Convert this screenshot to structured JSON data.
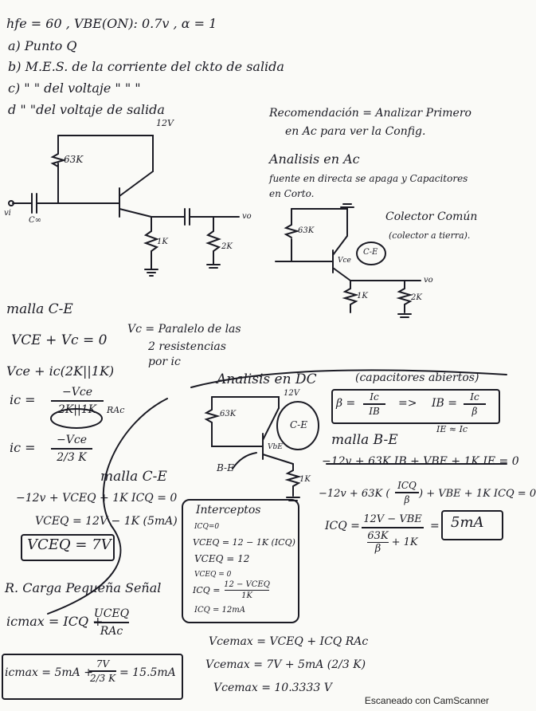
{
  "header": {
    "params": "hfe = 60 ,  VBE(ON): 0.7v ,  α = 1",
    "q_a": "a) Punto Q",
    "q_b": "b) M.E.S. de la corriente del ckto de salida",
    "q_c": "c)  \"   \"  del voltaje   \"     \"     \"",
    "q_d": "d   \"    \"del voltaje de salida"
  },
  "recommendation": {
    "line1": "Recomendación = Analizar Primero",
    "line2": "en Ac para ver la Config."
  },
  "ac_analysis": {
    "title": "Analisis en Ac",
    "line1": "fuente en directa se apaga y Capacitores",
    "line2": "en Corto.",
    "collector_common": "Colector Común",
    "collector_note": "(colector a tierra)."
  },
  "circuit": {
    "vcc": "12V",
    "r_base": "63K",
    "cap": "C∞",
    "r_emitter": "1K",
    "r_load": "2K",
    "vi": "vi",
    "vo": "vo"
  },
  "ac_circuit": {
    "r_base": "63K",
    "vce": "Vce",
    "ce_label": "C-E",
    "r_emitter": "1K",
    "r_load": "2K",
    "vo": "vo"
  },
  "malla_ce_ac": {
    "title": "malla C-E",
    "eq1": "VCE + Vc = 0",
    "vc_note1": "Vc = Paralelo de las",
    "vc_note2": "2 resistencias",
    "vc_note3": "por ic",
    "eq2": "Vce + ic(2K||1K)",
    "ic_lhs": "ic =",
    "ic_num": "−Vce",
    "ic_den": "2K||1K",
    "rac": "RAc",
    "ic2_lhs": "ic =",
    "ic2_num": "−Vce",
    "ic2_den": "2/3 K"
  },
  "dc_analysis": {
    "title": "Analisis en DC",
    "note": "(capacitores abiertos)",
    "beta_lhs": "β =",
    "beta_num": "Ic",
    "beta_den": "IB",
    "arrow": "=>",
    "ib_lhs": "IB =",
    "ib_num": "Ic",
    "ib_den": "β",
    "approx": "IE ≈ Ic",
    "vcc": "12V",
    "r_base": "63K",
    "ce_label": "C-E",
    "vbe": "VbE",
    "r_emitter": "1K",
    "be_label": "B-E"
  },
  "malla_be": {
    "title": "malla B-E",
    "eq1": "−12v + 63K IB + VBE + 1K IE = 0",
    "eq2_a": "−12v + 63K (",
    "eq2_num": "ICQ",
    "eq2_den": "β",
    "eq2_b": ") + VBE + 1K ICQ = 0",
    "icq_lhs": "ICQ =",
    "icq_num": "12V − VBE",
    "icq_den1": "63K",
    "icq_den_beta": "β",
    "icq_den2": "+ 1K",
    "icq_result": "5mA"
  },
  "malla_ce_dc": {
    "title": "malla C-E",
    "eq1": "−12v + VCEQ + 1K ICQ = 0",
    "eq2": "VCEQ = 12V − 1K (5mA)",
    "result": "VCEQ = 7V"
  },
  "intercepts": {
    "title": "Interceptos",
    "l1": "ICQ=0",
    "l2": "VCEQ = 12 − 1K (ICQ)",
    "l3": "VCEQ = 12",
    "l4": "VCEQ = 0",
    "l5a": "ICQ =",
    "l5_num": "12 − VCEQ",
    "l5_den": "1K",
    "l6": "ICQ = 12mA"
  },
  "load_line": {
    "title": "R. Carga Pequeña Señal",
    "eq1_lhs": "icmax = ICQ +",
    "eq1_num": "UCEQ",
    "eq1_den": "RAc",
    "eq2_lhs": "icmax = 5mA +",
    "eq2_num": "7V",
    "eq2_den": "2/3 K",
    "eq2_rhs": "= 15.5mA"
  },
  "vcemax": {
    "l1": "Vcemax = VCEQ + ICQ RAc",
    "l2": "Vcemax = 7V + 5mA (2/3 K)",
    "l3": "Vcemax = 10.3333 V"
  },
  "footer": {
    "scanner": "Escaneado con CamScanner"
  }
}
